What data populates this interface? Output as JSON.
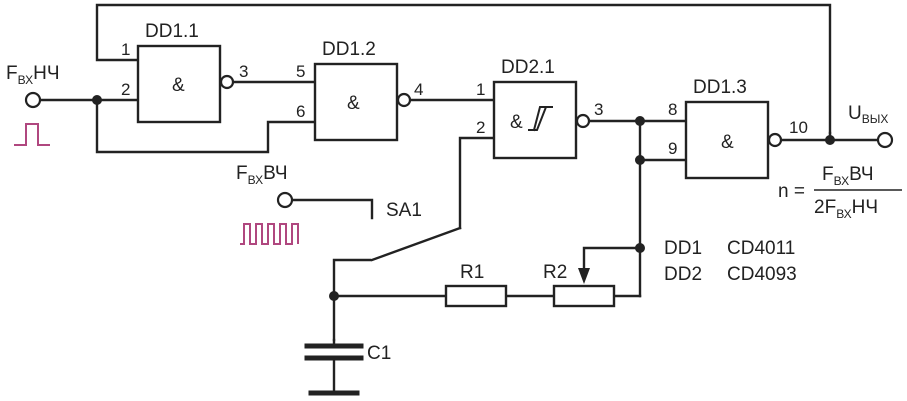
{
  "gates": {
    "dd1_1": {
      "name": "DD1.1",
      "symbol": "&",
      "pin_in1": "1",
      "pin_in2": "2",
      "pin_out": "3"
    },
    "dd1_2": {
      "name": "DD1.2",
      "symbol": "&",
      "pin_in1": "5",
      "pin_in2": "6",
      "pin_out": "4"
    },
    "dd2_1": {
      "name": "DD2.1",
      "symbol": "&",
      "pin_in1": "1",
      "pin_in2": "2",
      "pin_out": "3"
    },
    "dd1_3": {
      "name": "DD1.3",
      "symbol": "&",
      "pin_in1": "8",
      "pin_in2": "9",
      "pin_out": "10"
    }
  },
  "inputs": {
    "lf": {
      "base": "F",
      "sub": "ВХ",
      "suffix": "НЧ"
    },
    "hf": {
      "base": "F",
      "sub": "ВХ",
      "suffix": "ВЧ"
    }
  },
  "output": {
    "base": "U",
    "sub": "ВЫХ"
  },
  "components": {
    "switch": "SA1",
    "r1": "R1",
    "r2": "R2",
    "c1": "C1"
  },
  "chips": [
    {
      "ref": "DD1",
      "part": "CD4011"
    },
    {
      "ref": "DD2",
      "part": "CD4093"
    }
  ],
  "formula": {
    "lhs": "n =",
    "num_base": "F",
    "num_sub": "ВХ",
    "num_suffix": "ВЧ",
    "den_prefix": "2",
    "den_base": "F",
    "den_sub": "ВХ",
    "den_suffix": "НЧ"
  },
  "colors": {
    "wire": "#222222",
    "pulse": "#b0477f"
  }
}
